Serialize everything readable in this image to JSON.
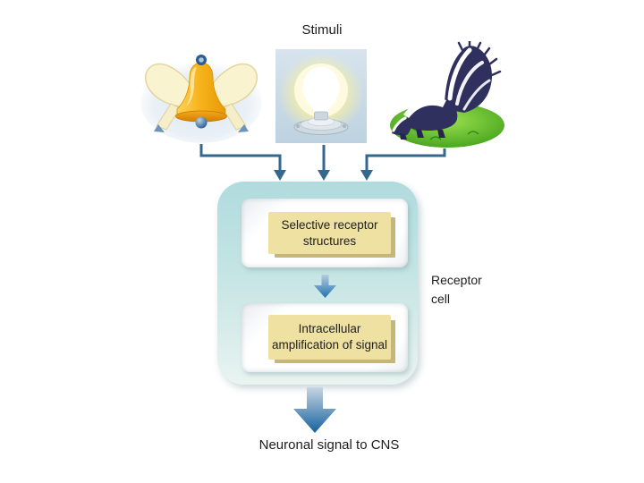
{
  "heading": "Stimuli",
  "stimuli_icons": [
    "bell-icon",
    "light-bulb-icon",
    "skunk-icon"
  ],
  "receptor_cell": {
    "label": "Receptor cell",
    "stages": [
      {
        "label": "Selective receptor structures"
      },
      {
        "label": "Intracellular amplification of signal"
      }
    ]
  },
  "output_label": "Neuronal signal to CNS",
  "colors": {
    "connector_arrow": "#34688c",
    "cell_fill_top": "#b0dbde",
    "cell_fill_bottom": "#e9f4f1",
    "stage_box_fill": "#eee1a2",
    "stage_box_shadow": "#c6b678",
    "flow_arrow_gradient_start": "#c6d6e3",
    "flow_arrow_gradient_end": "#15629e",
    "bell_gold": "#f7b41e",
    "bulb_panel": "#c9dbe6",
    "grass_green": "#44a31c",
    "skunk_navy": "#30305e"
  }
}
